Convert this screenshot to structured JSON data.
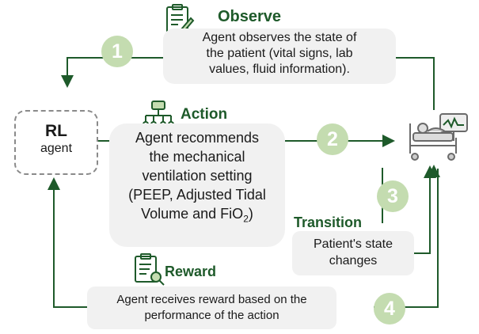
{
  "observe": {
    "title": "Observe",
    "text_line1": "Agent observes the state of",
    "text_line2": "the patient (vital signs, lab",
    "text_line3": "values, fluid  information)."
  },
  "agent": {
    "title": "RL",
    "subtitle": "agent"
  },
  "action": {
    "title": "Action",
    "text_line1": "Agent recommends",
    "text_line2": "the mechanical",
    "text_line3": "ventilation setting",
    "text_line4": "(PEEP, Adjusted Tidal",
    "text_line5_prefix": "Volume and FiO",
    "text_line5_sub": "2",
    "text_line5_suffix": ")"
  },
  "transition": {
    "title": "Transition",
    "text_line1": "Patient's state",
    "text_line2": "changes"
  },
  "reward": {
    "title": "Reward",
    "text_line1": "Agent receives reward based on the",
    "text_line2": "performance of the action"
  },
  "steps": [
    "1",
    "2",
    "3",
    "4"
  ],
  "colors": {
    "line": "#1e5a2a",
    "circle": "#c4dcb0",
    "box": "#f1f1f1",
    "heading": "#1e5a2a"
  },
  "icons": [
    "clipboard-pen-icon",
    "circuit-network-icon",
    "clipboard-magnifier-icon",
    "hospital-bed-icon"
  ]
}
